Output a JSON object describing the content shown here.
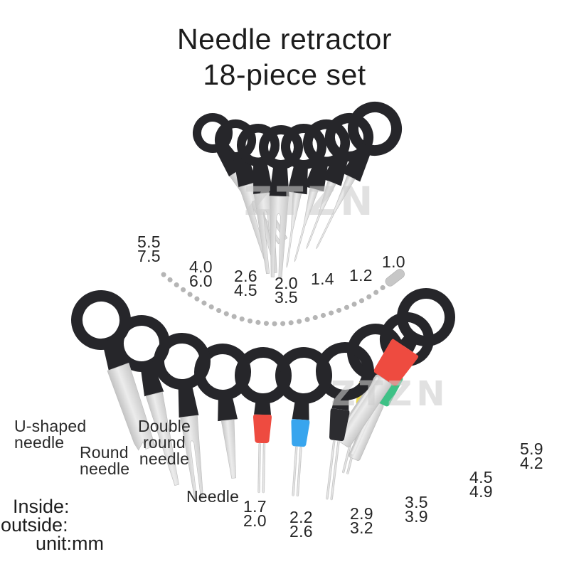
{
  "title": {
    "line1": "Needle retractor",
    "line2": "18-piece set"
  },
  "watermark": "ZTZN",
  "labels": {
    "top": [
      {
        "text": "5.5\n7.5"
      },
      {
        "text": "4.0\n6.0"
      },
      {
        "text": "2.6\n4.5"
      },
      {
        "text": "2.0\n3.5"
      },
      {
        "text": "1.4"
      },
      {
        "text": "1.2"
      },
      {
        "text": "1.0"
      }
    ],
    "bottom_sizes": [
      {
        "text": "1.7\n2.0"
      },
      {
        "text": "2.2\n2.6"
      },
      {
        "text": "2.9\n3.2"
      },
      {
        "text": "3.5\n3.9"
      },
      {
        "text": "4.5\n4.9"
      },
      {
        "text": "5.9\n4.2"
      }
    ],
    "bottom_names": [
      {
        "text": "U-shaped\nneedle"
      },
      {
        "text": "Round\nneedle"
      },
      {
        "text": "Double round\nneedle"
      },
      {
        "text": "Needle"
      }
    ],
    "footer": {
      "line1": "Inside:",
      "line2": "outside:",
      "line3": "unit:mm"
    }
  },
  "colors": {
    "handle_black": "#26262a",
    "metal_light": "#d9d9d9",
    "metal_dark": "#bdbdbd",
    "chain_gray": "#b5b5b5",
    "watermark_gray": "#cdcdcd",
    "ferrule_red": "#ee4b40",
    "ferrule_blue": "#38a5ee",
    "ferrule_black": "#2c2c30",
    "ferrule_yellow": "#ecd84b",
    "ferrule_green": "#3ec186",
    "text_dark": "#1e1e1e"
  }
}
